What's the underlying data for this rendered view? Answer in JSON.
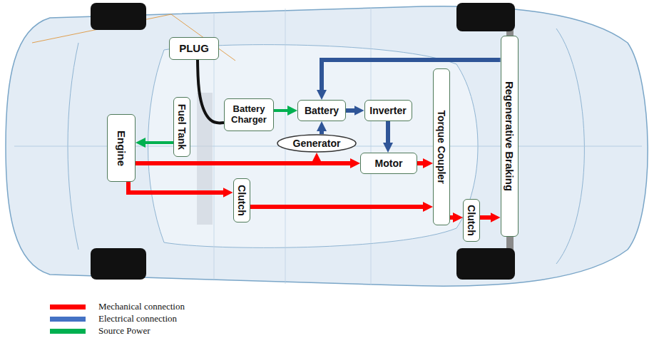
{
  "diagram": {
    "nodes": [
      {
        "text": [
          "PLUG"
        ]
      },
      {
        "text": [
          "Battery Charger"
        ]
      },
      {
        "text": [
          "Battery"
        ]
      },
      {
        "text": [
          "Inverter"
        ]
      },
      {
        "text": [
          "Torque Coupler"
        ]
      },
      {
        "text": [
          "Regenerative Braking"
        ]
      },
      {
        "text": [
          "Engine"
        ]
      },
      {
        "text": [
          "Fuel Tank"
        ]
      },
      {
        "text": [
          "Generator"
        ]
      },
      {
        "text": [
          "Motor"
        ]
      },
      {
        "text": [
          "Clutch"
        ]
      },
      {
        "text": [
          "Clutch"
        ]
      }
    ],
    "edges": [
      {
        "from": 0,
        "to": 1,
        "arrow": "none"
      },
      {
        "from": 1,
        "to": 2,
        "arrow": "to"
      },
      {
        "from": 2,
        "to": 3,
        "arrow": "to"
      },
      {
        "from": 3,
        "to": 9,
        "arrow": "to"
      },
      {
        "from": 8,
        "to": 2,
        "arrow": "to"
      },
      {
        "from": 5,
        "to": 2,
        "arrow": "to"
      },
      {
        "from": 7,
        "to": 6,
        "arrow": "to"
      },
      {
        "from": 6,
        "to": 9,
        "arrow": "to"
      },
      {
        "from": 6,
        "to": 8,
        "arrow": "to"
      },
      {
        "from": 6,
        "to": 10,
        "arrow": "to"
      },
      {
        "from": 10,
        "to": 4,
        "arrow": "to"
      },
      {
        "from": 9,
        "to": 4,
        "arrow": "to"
      },
      {
        "from": 4,
        "to": 11,
        "arrow": "to"
      },
      {
        "from": 11,
        "to": 5,
        "arrow": "to"
      }
    ],
    "legend": [
      {
        "text": "Mechanical connection",
        "color": "#ff0000"
      },
      {
        "text": "Electrical connection",
        "color": "#4472c4"
      },
      {
        "text": "Source Power",
        "color": "#00b050"
      }
    ]
  }
}
